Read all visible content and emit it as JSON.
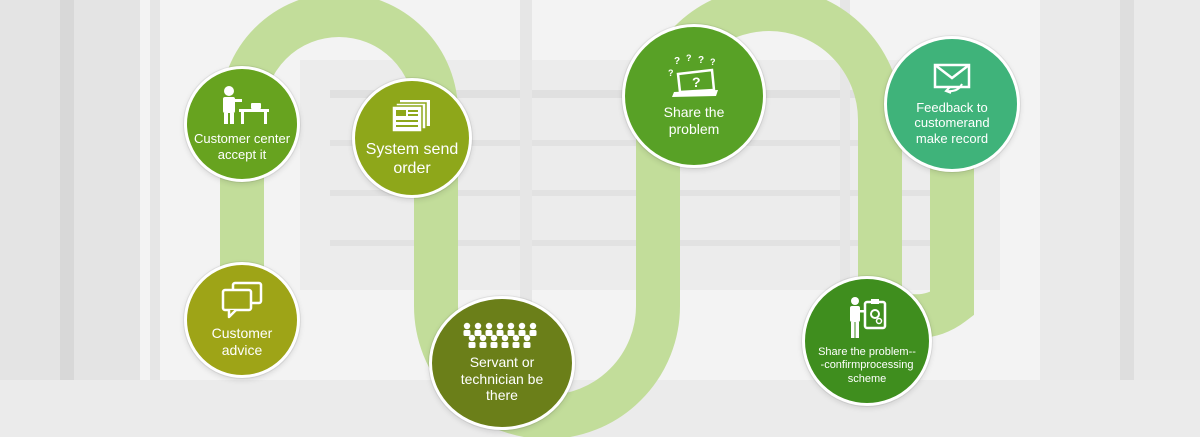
{
  "colors": {
    "path": "#c2dd9a",
    "background": "#f3f3f3",
    "circle_text": "#ffffff"
  },
  "steps": [
    {
      "id": "customer-advice",
      "label": "Customer\nadvice",
      "color": "#9ea417",
      "icon": "chat-bubbles-icon"
    },
    {
      "id": "customer-center",
      "label": "Customer center\naccept it",
      "color": "#67a31f",
      "icon": "operator-at-desk-icon"
    },
    {
      "id": "system-send-order",
      "label": "System send\norder",
      "color": "#8ea71a",
      "icon": "documents-icon"
    },
    {
      "id": "servant-technician",
      "label": "Servant or\ntechnician be\nthere",
      "color": "#6b7f19",
      "icon": "team-group-icon"
    },
    {
      "id": "share-problem",
      "label": "Share the\nproblem",
      "color": "#58a126",
      "icon": "laptop-question-icon"
    },
    {
      "id": "share-problem-confirm",
      "label": "Share the problem--\n-confirmprocessing\nscheme",
      "color": "#3f8e1e",
      "icon": "presenter-board-icon"
    },
    {
      "id": "feedback",
      "label": "Feedback to\ncustomerand\nmake record",
      "color": "#3fb37a",
      "icon": "envelope-icon"
    }
  ]
}
